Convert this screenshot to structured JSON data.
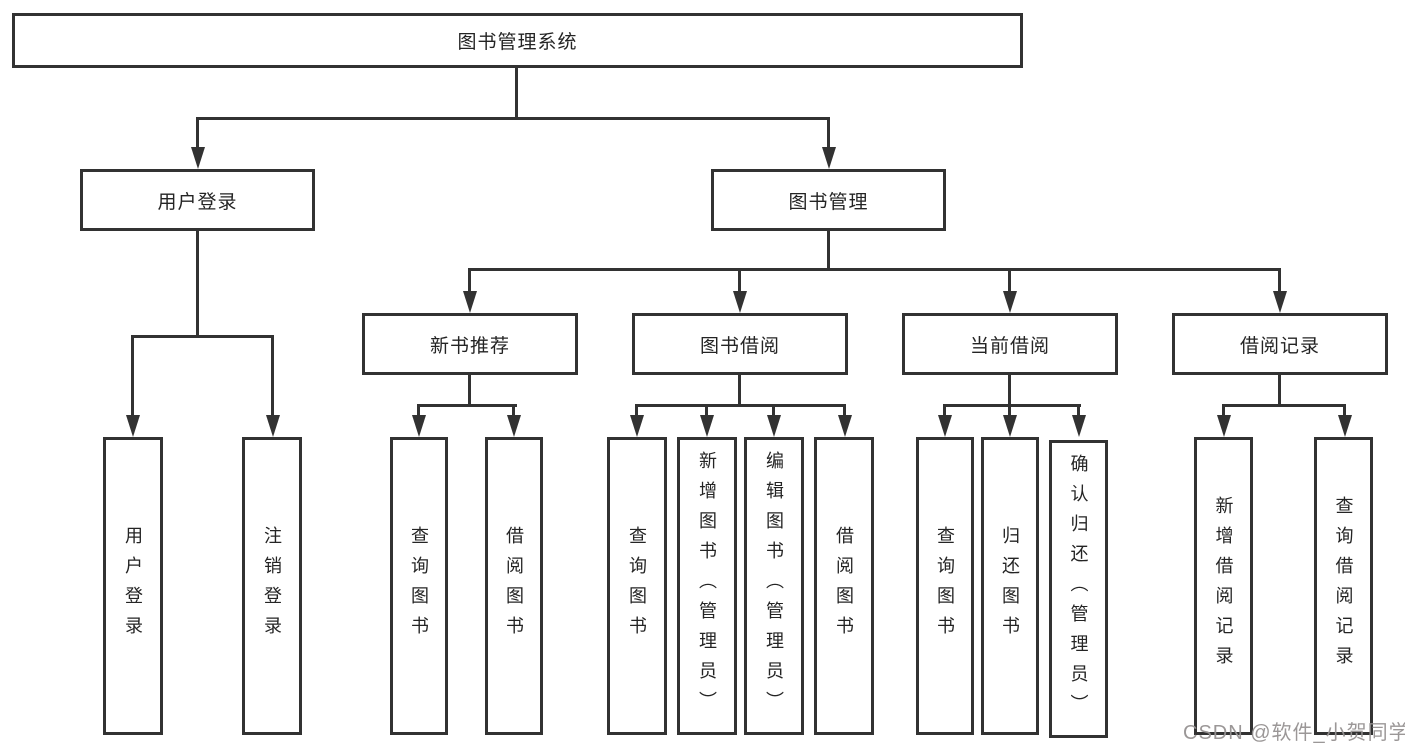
{
  "tree": {
    "root": {
      "label": "图书管理系统"
    },
    "branches": [
      {
        "label": "用户登录",
        "children": [
          {
            "label": "用户登录"
          },
          {
            "label": "注销登录"
          }
        ]
      },
      {
        "label": "图书管理",
        "children": [
          {
            "label": "新书推荐",
            "children": [
              {
                "label": "查询图书"
              },
              {
                "label": "借阅图书"
              }
            ]
          },
          {
            "label": "图书借阅",
            "children": [
              {
                "label": "查询图书"
              },
              {
                "label": "新增图书（管理员）"
              },
              {
                "label": "编辑图书（管理员）"
              },
              {
                "label": "借阅图书"
              }
            ]
          },
          {
            "label": "当前借阅",
            "children": [
              {
                "label": "查询图书"
              },
              {
                "label": "归还图书"
              },
              {
                "label": "确认归还（管理员）"
              }
            ]
          },
          {
            "label": "借阅记录",
            "children": [
              {
                "label": "新增借阅记录"
              },
              {
                "label": "查询借阅记录"
              }
            ]
          }
        ]
      }
    ]
  },
  "watermark": "CSDN @软件_小贺同学",
  "colors": {
    "line": "#323232",
    "text": "#242424",
    "watermark": "#969292",
    "background": "#ffffff"
  }
}
